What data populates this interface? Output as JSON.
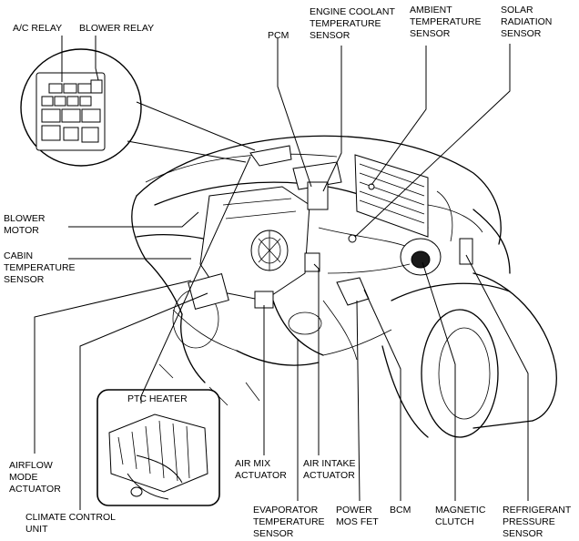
{
  "labels": {
    "ac_relay": "A/C RELAY",
    "blower_relay": "BLOWER RELAY",
    "pcm": "PCM",
    "engine_coolant_temperature_sensor": [
      "ENGINE COOLANT",
      "TEMPERATURE",
      "SENSOR"
    ],
    "ambient_temperature_sensor": [
      "AMBIENT",
      "TEMPERATURE",
      "SENSOR"
    ],
    "solar_radiation_sensor": [
      "SOLAR",
      "RADIATION",
      "SENSOR"
    ],
    "blower_motor": [
      "BLOWER",
      "MOTOR"
    ],
    "cabin_temperature_sensor": [
      "CABIN",
      "TEMPERATURE",
      "SENSOR"
    ],
    "ptc_heater": "PTC HEATER",
    "airflow_mode_actuator": [
      "AIRFLOW",
      "MODE",
      "ACTUATOR"
    ],
    "climate_control_unit": [
      "CLIMATE CONTROL",
      "UNIT"
    ],
    "air_mix_actuator": [
      "AIR MIX",
      "ACTUATOR"
    ],
    "air_intake_actuator": [
      "AIR INTAKE",
      "ACTUATOR"
    ],
    "evaporator_temperature_sensor": [
      "EVAPORATOR",
      "TEMPERATURE",
      "SENSOR"
    ],
    "power_mos_fet": [
      "POWER",
      "MOS FET"
    ],
    "bcm": "BCM",
    "magnetic_clutch": [
      "MAGNETIC",
      "CLUTCH"
    ],
    "refrigerant_pressure_sensor": [
      "REFRIGERANT",
      "PRESSURE",
      "SENSOR"
    ]
  }
}
